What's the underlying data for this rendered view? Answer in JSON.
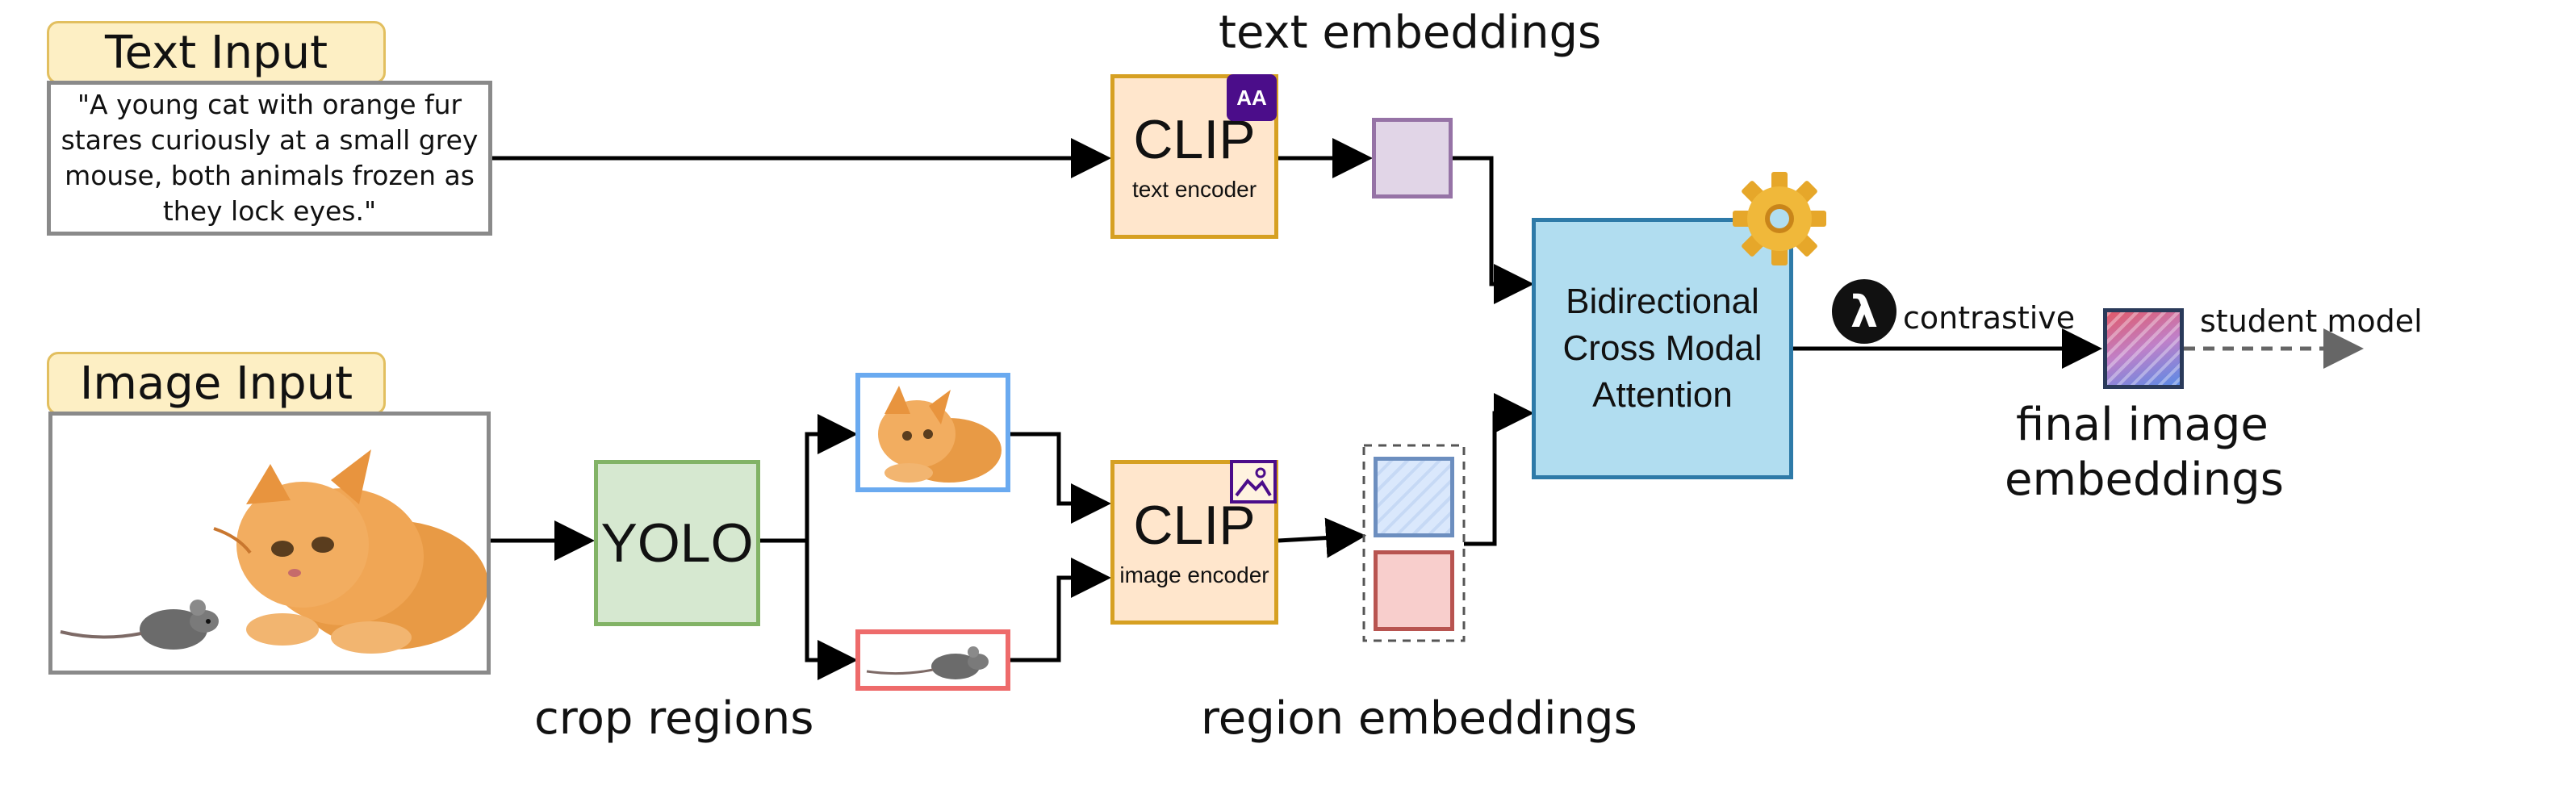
{
  "text_input": {
    "title": "Text Input",
    "prompt": "\"A young cat with orange fur stares curiously at a small grey mouse, both animals frozen as they lock eyes.\""
  },
  "image_input": {
    "title": "Image Input"
  },
  "nodes": {
    "yolo": "YOLO",
    "clip_text_title": "CLIP",
    "clip_text_sub": "text encoder",
    "clip_image_title": "CLIP",
    "clip_image_sub": "image encoder",
    "bca": "Bidirectional Cross Modal Attention"
  },
  "labels": {
    "text_embeddings": "text embeddings",
    "crop_regions": "crop regions",
    "region_embeddings": "region embeddings",
    "final_embeddings_line1": "final image",
    "final_embeddings_line2": "embeddings",
    "contrastive": "contrastive",
    "student_model": "student model",
    "lambda": "λ",
    "font_badge": "AA"
  },
  "icons": [
    "gear-icon",
    "font-icon",
    "image-icon",
    "lambda-icon"
  ],
  "colors": {
    "label_fill": "#fdefc4",
    "yolo_fill": "#d6e8d0",
    "clip_fill": "#ffe6cc",
    "bca_fill": "#b1ddf0",
    "text_emb": "#e1d5e7",
    "region_blue": "#dae8fc",
    "region_red": "#f8cecc",
    "cat_box": "#6aaaf0",
    "mouse_box": "#ee6b6b"
  }
}
